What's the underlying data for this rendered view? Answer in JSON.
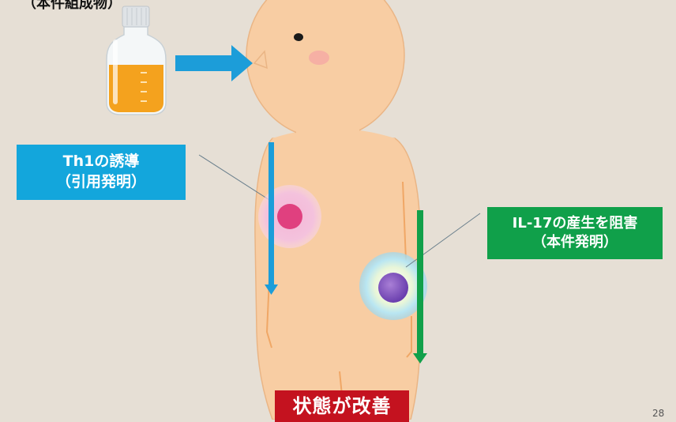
{
  "top_label": "（本件組成物）",
  "callouts": {
    "th1": {
      "line1": "Th1の誘導",
      "line2": "（引用発明）",
      "color": "#13a6dc"
    },
    "il17": {
      "line1": "IL-17の産生を阻害",
      "line2": "（本件発明）",
      "color": "#10a04a"
    }
  },
  "result": {
    "label": "状態が改善",
    "color": "#c4121f"
  },
  "page_number": "28",
  "icons": [
    "bottle-icon",
    "arrow-right-icon",
    "person-illustration",
    "th1-cell-icon",
    "il17-cell-icon"
  ]
}
